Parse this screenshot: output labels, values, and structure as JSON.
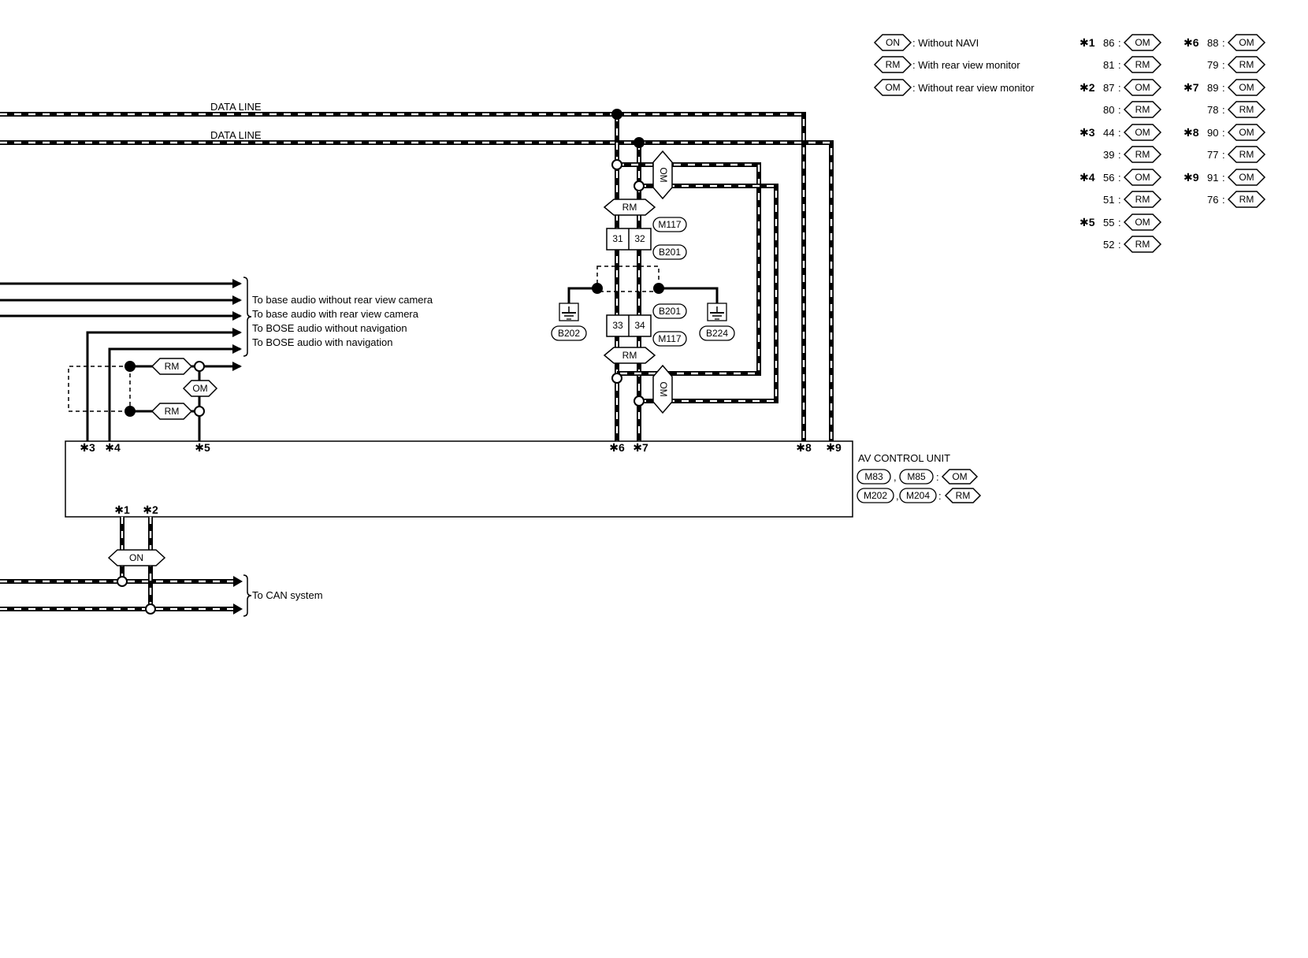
{
  "data_lines": [
    "DATA LINE",
    "DATA LINE"
  ],
  "codes": {
    "on": "ON",
    "rm": "RM",
    "om": "OM"
  },
  "legend": [
    {
      "code": "ON",
      "text": ": Without NAVI"
    },
    {
      "code": "RM",
      "text": ": With rear view monitor"
    },
    {
      "code": "OM",
      "text": ": Without rear view monitor"
    }
  ],
  "pin_table": [
    {
      "star": "✱1",
      "om": "86",
      "rm": "81"
    },
    {
      "star": "✱2",
      "om": "87",
      "rm": "80"
    },
    {
      "star": "✱3",
      "om": "44",
      "rm": "39"
    },
    {
      "star": "✱4",
      "om": "56",
      "rm": "51"
    },
    {
      "star": "✱5",
      "om": "55",
      "rm": "52"
    },
    {
      "star": "✱6",
      "om": "88",
      "rm": "79"
    },
    {
      "star": "✱7",
      "om": "89",
      "rm": "78"
    },
    {
      "star": "✱8",
      "om": "90",
      "rm": "77"
    },
    {
      "star": "✱9",
      "om": "91",
      "rm": "76"
    }
  ],
  "destinations": [
    "To base audio without rear view camera",
    "To base audio with rear view camera",
    "To BOSE audio without navigation",
    "To BOSE audio with navigation"
  ],
  "can_label": "To CAN system",
  "connectors": {
    "m117": "M117",
    "b201": "B201",
    "b202": "B202",
    "b224": "B224",
    "pins_upper": [
      "31",
      "32"
    ],
    "pins_lower": [
      "33",
      "34"
    ]
  },
  "unit": {
    "name": "AV CONTROL UNIT",
    "conn_om": [
      "M83",
      "M85"
    ],
    "conn_rm": [
      "M202",
      "M204"
    ],
    "sep": ",",
    "colon": ":"
  },
  "terminals": [
    "✱1",
    "✱2",
    "✱3",
    "✱4",
    "✱5",
    "✱6",
    "✱7",
    "✱8",
    "✱9"
  ],
  "colon": ":"
}
